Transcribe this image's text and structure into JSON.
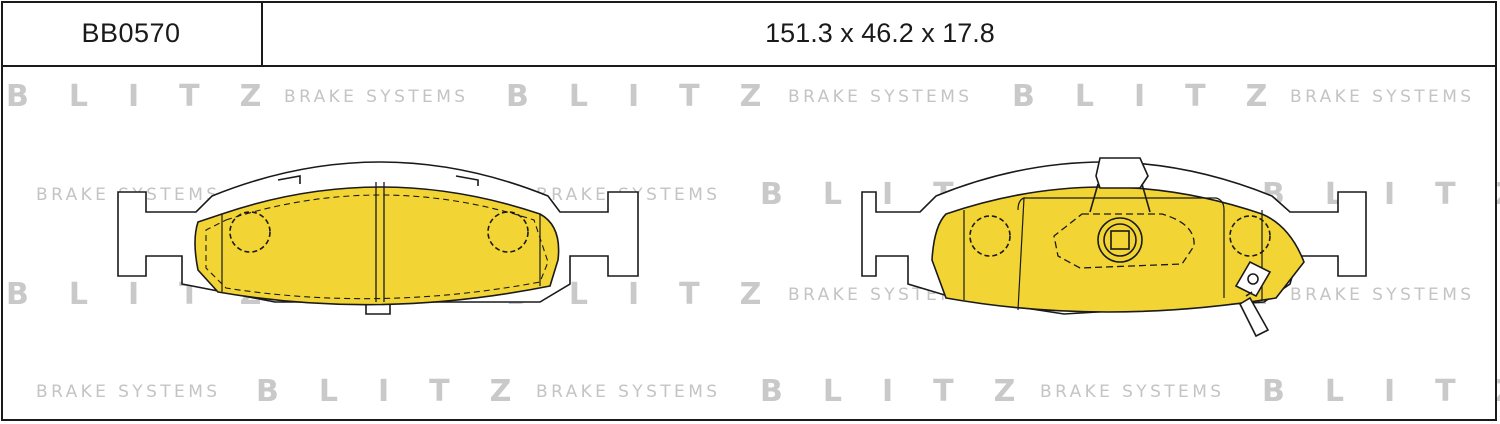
{
  "part": {
    "code": "BB0570",
    "dimensions": "151.3 x 46.2 x 17.8"
  },
  "watermark": {
    "brand": "BLITZ",
    "tagline": "BRAKE SYSTEMS"
  },
  "colors": {
    "pad_fill": "#f2d534",
    "outline": "#1a1a1a",
    "watermark": "#c9c9c9"
  }
}
